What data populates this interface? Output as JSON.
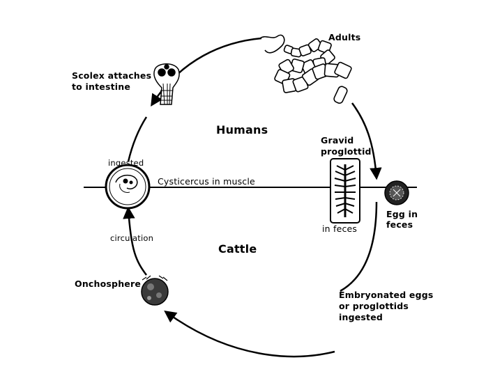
{
  "labels": {
    "adults": "Adults",
    "scolex_line1": "Scolex attaches",
    "scolex_line2": "to intestine",
    "humans": "Humans",
    "gravid_line1": "Gravid",
    "gravid_line2": "proglottid",
    "ingested": "ingested",
    "cysticercus": "Cysticercus in muscle",
    "egg_line1": "Egg in",
    "egg_line2": "feces",
    "in_feces": "in feces",
    "circulation": "circulation",
    "cattle": "Cattle",
    "onchosphere": "Onchosphere",
    "embryonated_line1": "Embryonated eggs",
    "embryonated_line2": "or proglottids",
    "embryonated_line3": "ingested"
  },
  "colors": {
    "ink": "#000000",
    "background": "#ffffff"
  }
}
